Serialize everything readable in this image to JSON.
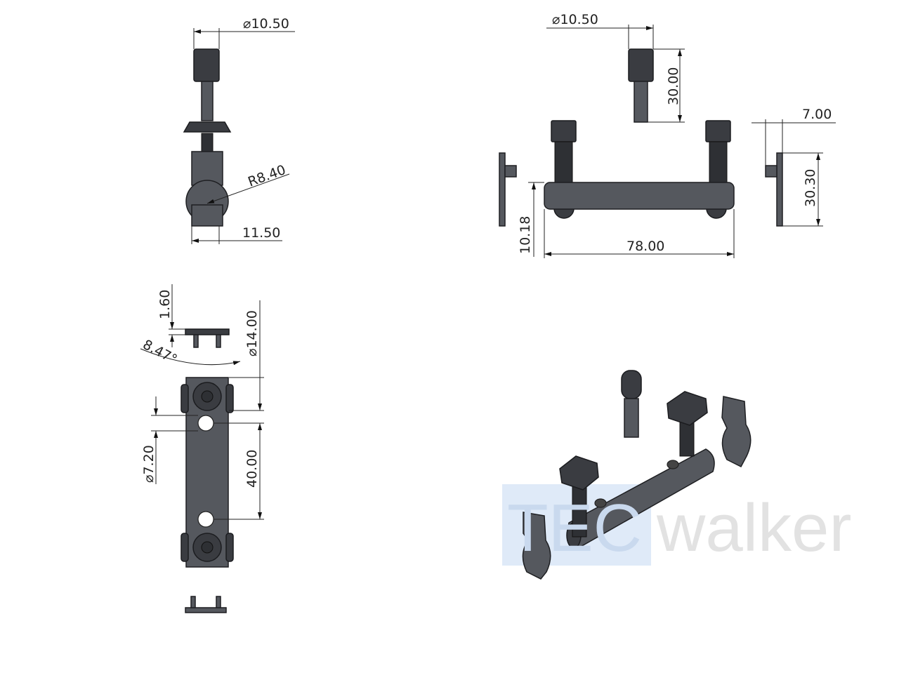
{
  "drawing": {
    "side_view": {
      "head_diameter": "⌀10.50",
      "ball_radius": "R8.40",
      "width": "11.50"
    },
    "front_view": {
      "pin_diameter": "⌀10.50",
      "pin_length": "30.00",
      "plate_offset": "7.00",
      "plate_height": "30.30",
      "tube_height": "10.18",
      "tube_length": "78.00"
    },
    "top_view": {
      "cap_thickness": "1.60",
      "cap_angle": "8.47°",
      "cap_diameter": "⌀14.00",
      "hole_diameter": "⌀7.20",
      "hole_spacing": "40.00"
    },
    "watermark": {
      "prefix": "TEC",
      "suffix": "walker"
    }
  },
  "colors": {
    "part": "#55585e",
    "watermark_box": "#dfeaf8",
    "watermark_text": "#e2e2e2"
  }
}
